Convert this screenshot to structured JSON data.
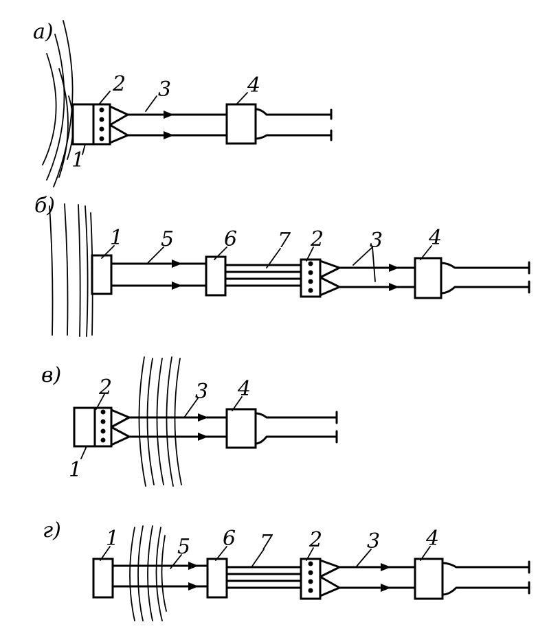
{
  "panels": [
    {
      "id": "a",
      "title": "а)",
      "labels": {
        "l1": "1",
        "l2": "2",
        "l3": "3",
        "l4": "4"
      }
    },
    {
      "id": "b",
      "title": "б)",
      "labels": {
        "l1": "1",
        "l5": "5",
        "l6": "6",
        "l7": "7",
        "l2": "2",
        "l3": "3",
        "l4": "4"
      }
    },
    {
      "id": "v",
      "title": "в)",
      "labels": {
        "l2": "2",
        "l3": "3",
        "l4": "4",
        "l1": "1"
      }
    },
    {
      "id": "g",
      "title": "г)",
      "labels": {
        "l1": "1",
        "l5": "5",
        "l6": "6",
        "l7": "7",
        "l2": "2",
        "l3": "3",
        "l4": "4"
      }
    }
  ]
}
